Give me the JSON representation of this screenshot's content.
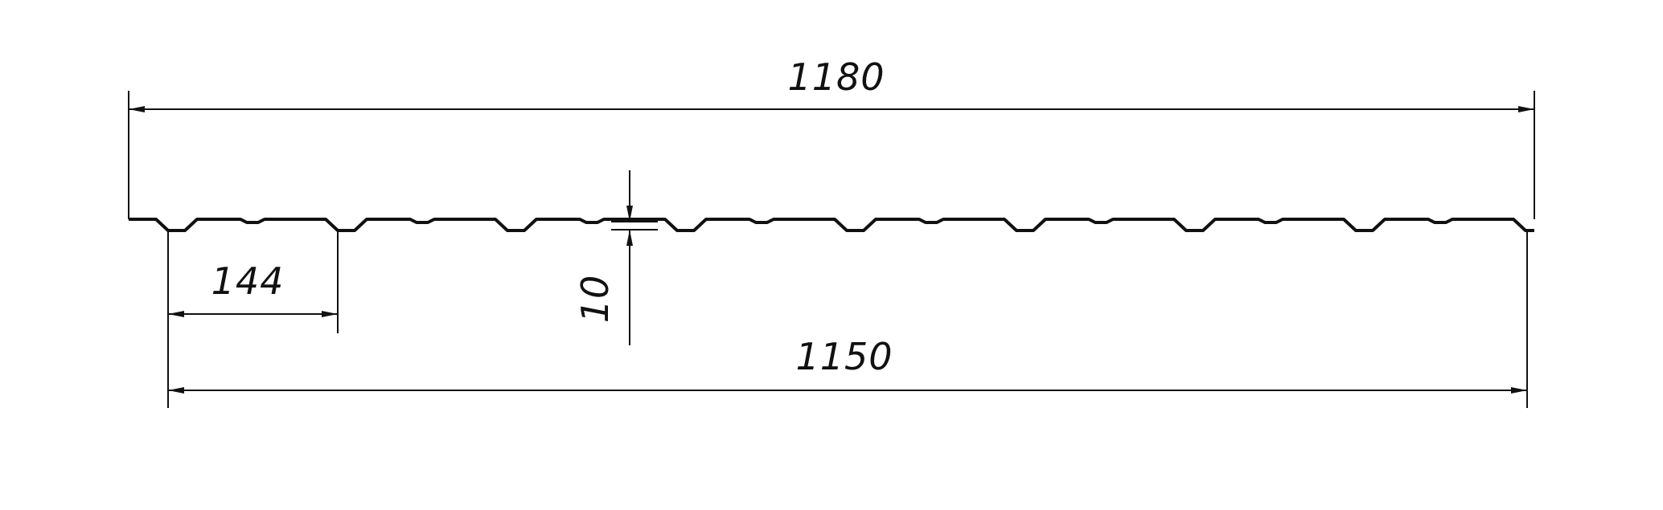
{
  "drawing": {
    "stroke_color": "#111111",
    "background": "#ffffff",
    "profile_ribs": 8
  },
  "dimensions": {
    "overall_width": "1180",
    "useful_width": "1150",
    "rib_pitch": "144",
    "profile_height": "10"
  }
}
